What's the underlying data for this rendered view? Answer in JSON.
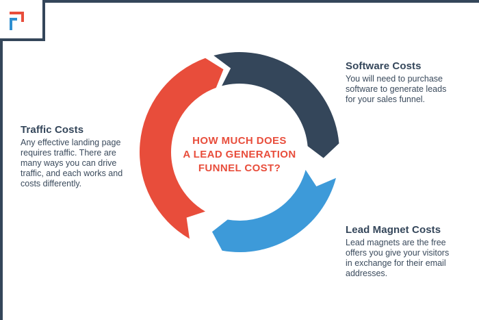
{
  "center_title": [
    "HOW MUCH DOES",
    "A LEAD GENERATION",
    "FUNNEL COST?"
  ],
  "segments": {
    "software": {
      "title": "Software Costs",
      "lines": [
        "You will need to purchase",
        "software to generate leads",
        "for your sales funnel."
      ]
    },
    "traffic": {
      "title": "Traffic Costs",
      "lines": [
        "Any effective landing page",
        "requires traffic. There are",
        "many ways you can drive",
        "traffic, and each works and",
        "costs differently."
      ]
    },
    "lead_magnet": {
      "title": "Lead Magnet Costs",
      "lines": [
        "Lead magnets are the free",
        "offers you give your visitors",
        "in exchange for their email",
        "addresses."
      ]
    }
  },
  "colors": {
    "dark": "#34465a",
    "red": "#e84d3b",
    "blue": "#3d9ad9",
    "logo_blue": "#2e8fd0"
  },
  "icons": [
    "logo-icon"
  ]
}
